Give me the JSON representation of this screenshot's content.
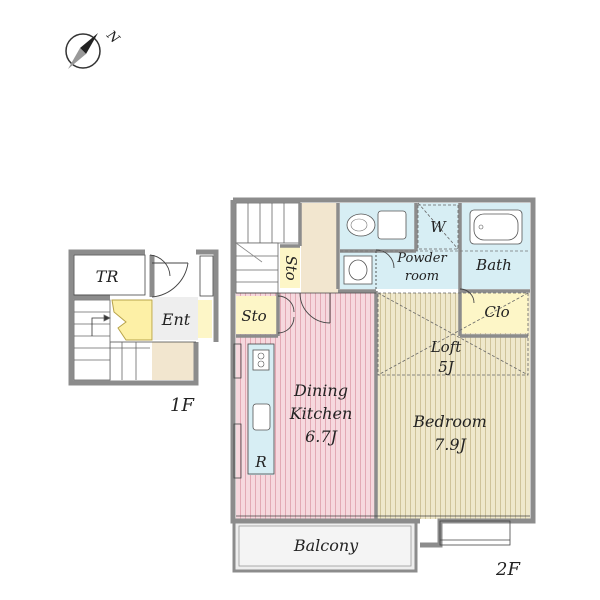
{
  "compass": {
    "label": "N",
    "icon": "north-arrow-icon"
  },
  "floors": {
    "first": {
      "label": "1F"
    },
    "second": {
      "label": "2F"
    }
  },
  "rooms": {
    "tr": "TR",
    "ent": "Ent",
    "sto_vertical": "Sto",
    "sto": "Sto",
    "w": "W",
    "powder_line1": "Powder",
    "powder_line2": "room",
    "bath": "Bath",
    "clo": "Clo",
    "loft_name": "Loft",
    "loft_size": "5J",
    "dining_line1": "Dining",
    "dining_line2": "Kitchen",
    "dining_size": "6.7J",
    "bedroom_name": "Bedroom",
    "bedroom_size": "7.9J",
    "refrigerator": "R",
    "balcony": "Balcony"
  },
  "colors": {
    "wall": "#8c8c8c",
    "dining_floor": "#f6d8de",
    "bedroom_floor": "#efe8cc",
    "wet_area": "#d7eef4",
    "storage": "#fdf6c7",
    "entrance": "#eeeeee",
    "stair_landing": "#f2e6cf"
  }
}
